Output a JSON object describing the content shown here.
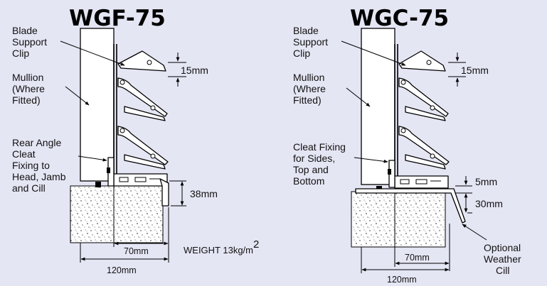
{
  "left": {
    "title": "WGF-75",
    "labels": {
      "blade": [
        "Blade",
        "Support",
        "Clip"
      ],
      "mullion": [
        "Mullion",
        "(Where",
        "Fitted)"
      ],
      "cleat": [
        "Rear Angle",
        "Cleat",
        "Fixing to",
        "Head, Jamb",
        "and Cill"
      ]
    },
    "dims": {
      "blade_gap": "15mm",
      "frame_height": "38mm",
      "depth_inner": "70mm",
      "depth_total": "120mm"
    },
    "weight": {
      "label": "WEIGHT 13kg/m",
      "superscript": "2"
    }
  },
  "right": {
    "title": "WGC-75",
    "labels": {
      "blade": [
        "Blade",
        "Support",
        "Clip"
      ],
      "mullion": [
        "Mullion",
        "(Where",
        "Fitted)"
      ],
      "cleat": [
        "Cleat Fixing",
        "for Sides,",
        "Top and",
        "Bottom"
      ],
      "cill": [
        "Optional",
        "Weather",
        "Cill"
      ]
    },
    "dims": {
      "blade_gap": "15mm",
      "lip": "5mm",
      "frame_height": "30mm",
      "depth_inner": "70mm",
      "depth_total": "120mm"
    }
  },
  "colors": {
    "background": "#e5e6f4",
    "line": "#000000",
    "concrete": "#ffffff"
  }
}
